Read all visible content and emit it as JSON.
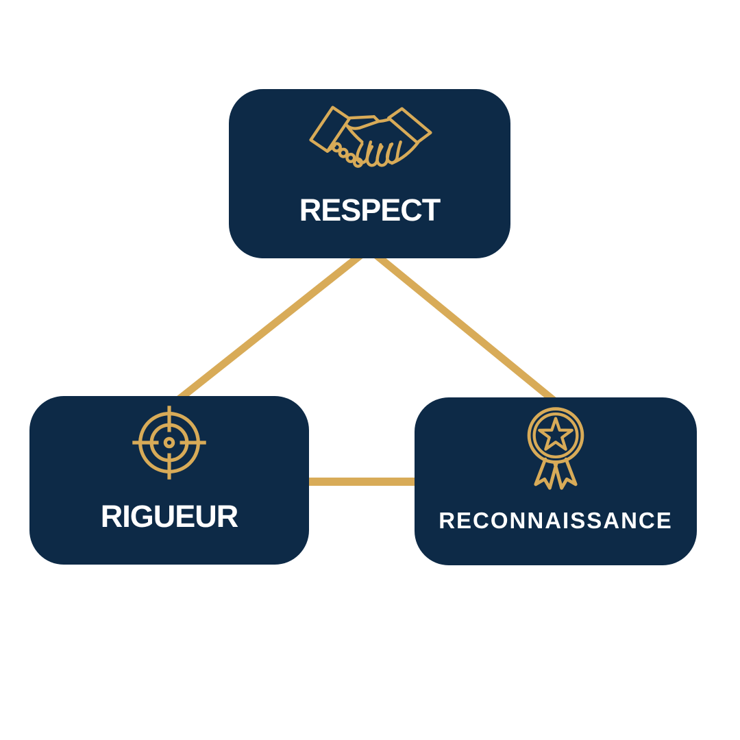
{
  "diagram": {
    "type": "values-triangle",
    "background": "#ffffff",
    "nodes": [
      {
        "id": "respect",
        "label": "RESPECT",
        "icon": "handshake-icon"
      },
      {
        "id": "rigueur",
        "label": "RIGUEUR",
        "icon": "target-icon"
      },
      {
        "id": "reconnaissance",
        "label": "RECONNAISSANCE",
        "icon": "award-ribbon-icon"
      }
    ],
    "connections": [
      {
        "from": "respect",
        "to": "rigueur"
      },
      {
        "from": "respect",
        "to": "reconnaissance"
      },
      {
        "from": "rigueur",
        "to": "reconnaissance"
      }
    ]
  },
  "colors": {
    "navy": "#0d2a47",
    "gold": "#d8ab58",
    "label": "#ffffff",
    "background": "#ffffff"
  }
}
